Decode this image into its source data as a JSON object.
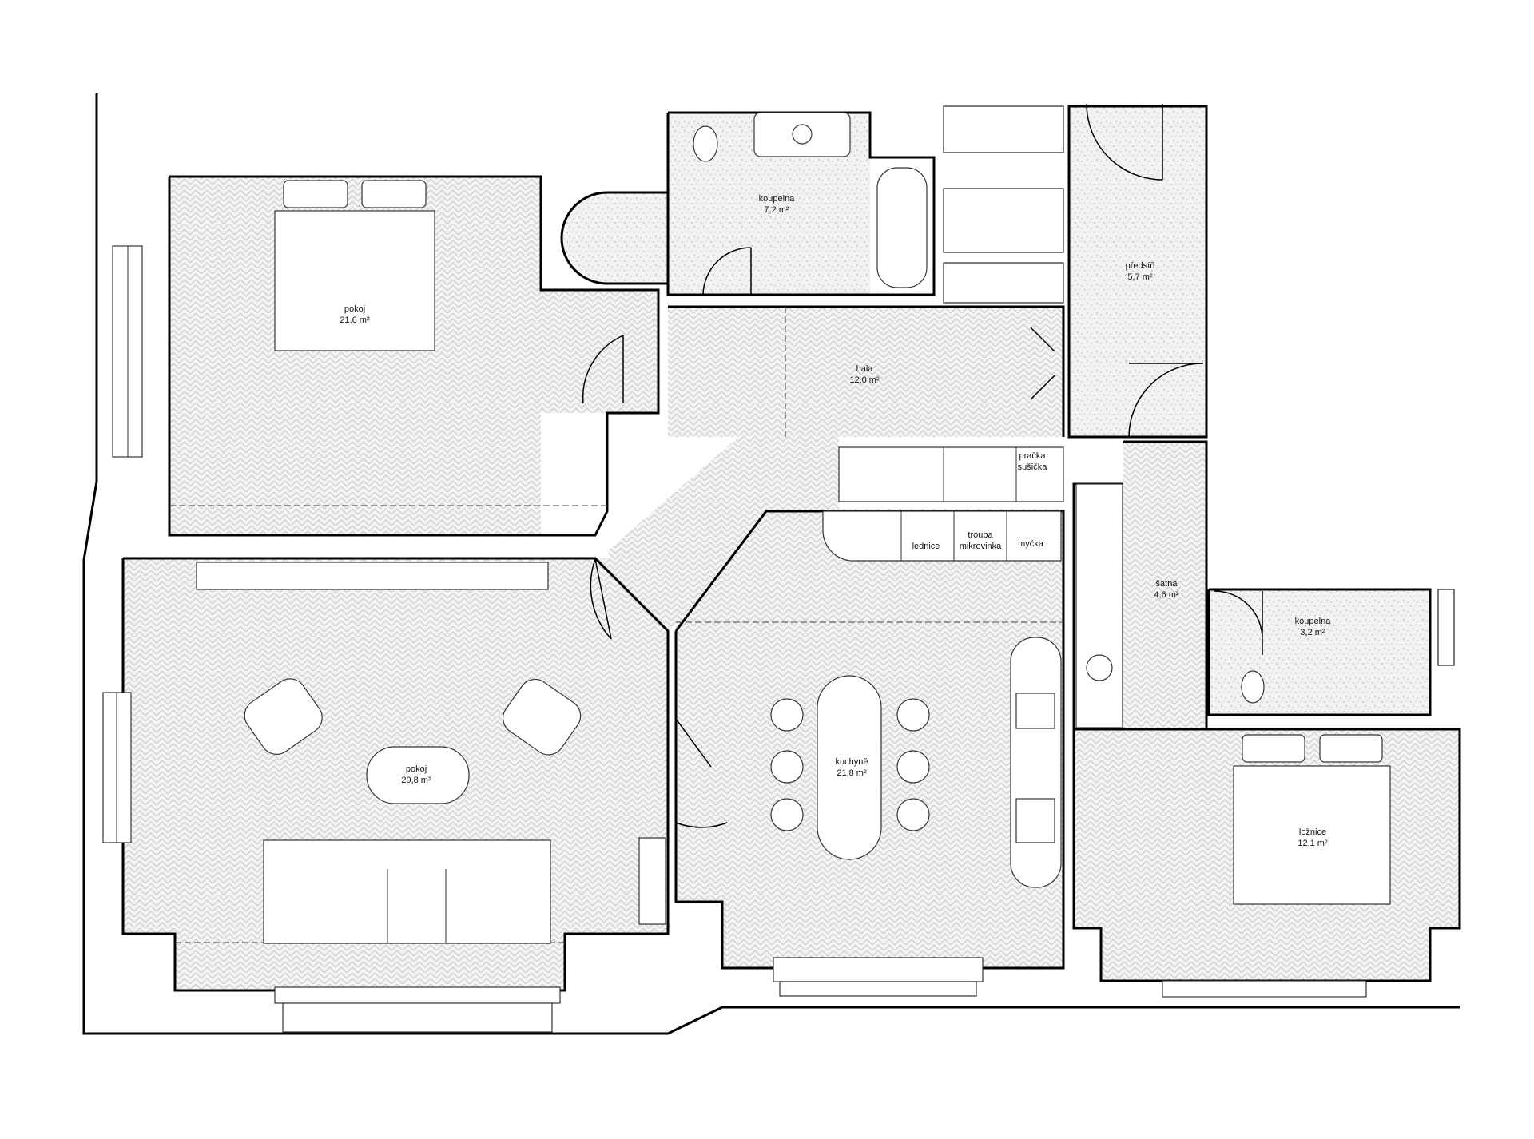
{
  "rooms": {
    "bedroom1": {
      "name": "pokoj",
      "area": "21,6 m²"
    },
    "bathroom1": {
      "name": "koupelna",
      "area": "7,2 m²"
    },
    "hall_entry": {
      "name": "předsíň",
      "area": "5,7 m²"
    },
    "hall": {
      "name": "hala",
      "area": "12,0 m²"
    },
    "living": {
      "name": "pokoj",
      "area": "29,8 m²"
    },
    "kitchen": {
      "name": "kuchyně",
      "area": "21,8 m²"
    },
    "wardrobe": {
      "name": "šatna",
      "area": "4,6 m²"
    },
    "bathroom2": {
      "name": "koupelna",
      "area": "3,2 m²"
    },
    "bedroom2": {
      "name": "ložnice",
      "area": "12,1 m²"
    }
  },
  "appliances": {
    "washer_line1": "pračka",
    "washer_line2": "sušička",
    "fridge": "lednice",
    "oven_line1": "trouba",
    "oven_line2": "mikrovinka",
    "dishwasher": "myčka"
  },
  "colors": {
    "wall": "#000000",
    "floor_pattern": "#c8c8c8"
  }
}
